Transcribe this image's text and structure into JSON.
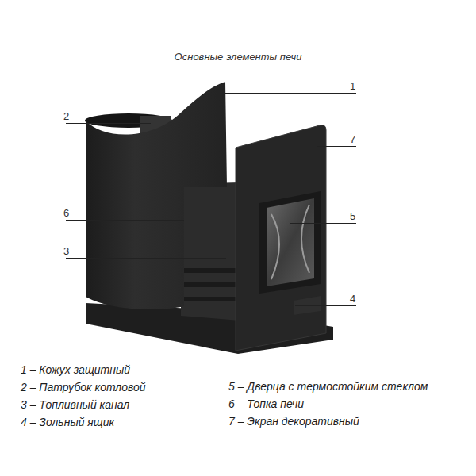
{
  "diagram": {
    "title": "Основные элементы печи",
    "labels": [
      "1",
      "2",
      "7",
      "6",
      "5",
      "3",
      "4",
      "1 – Кожух защитный",
      "2 – Патрубок котловой",
      "3 – Топливный канал",
      "4 – Зольный ящик",
      "5 – Дверца с термостойким стеклом",
      "6 – Топка печи",
      "7 – Экран декоративный"
    ]
  }
}
